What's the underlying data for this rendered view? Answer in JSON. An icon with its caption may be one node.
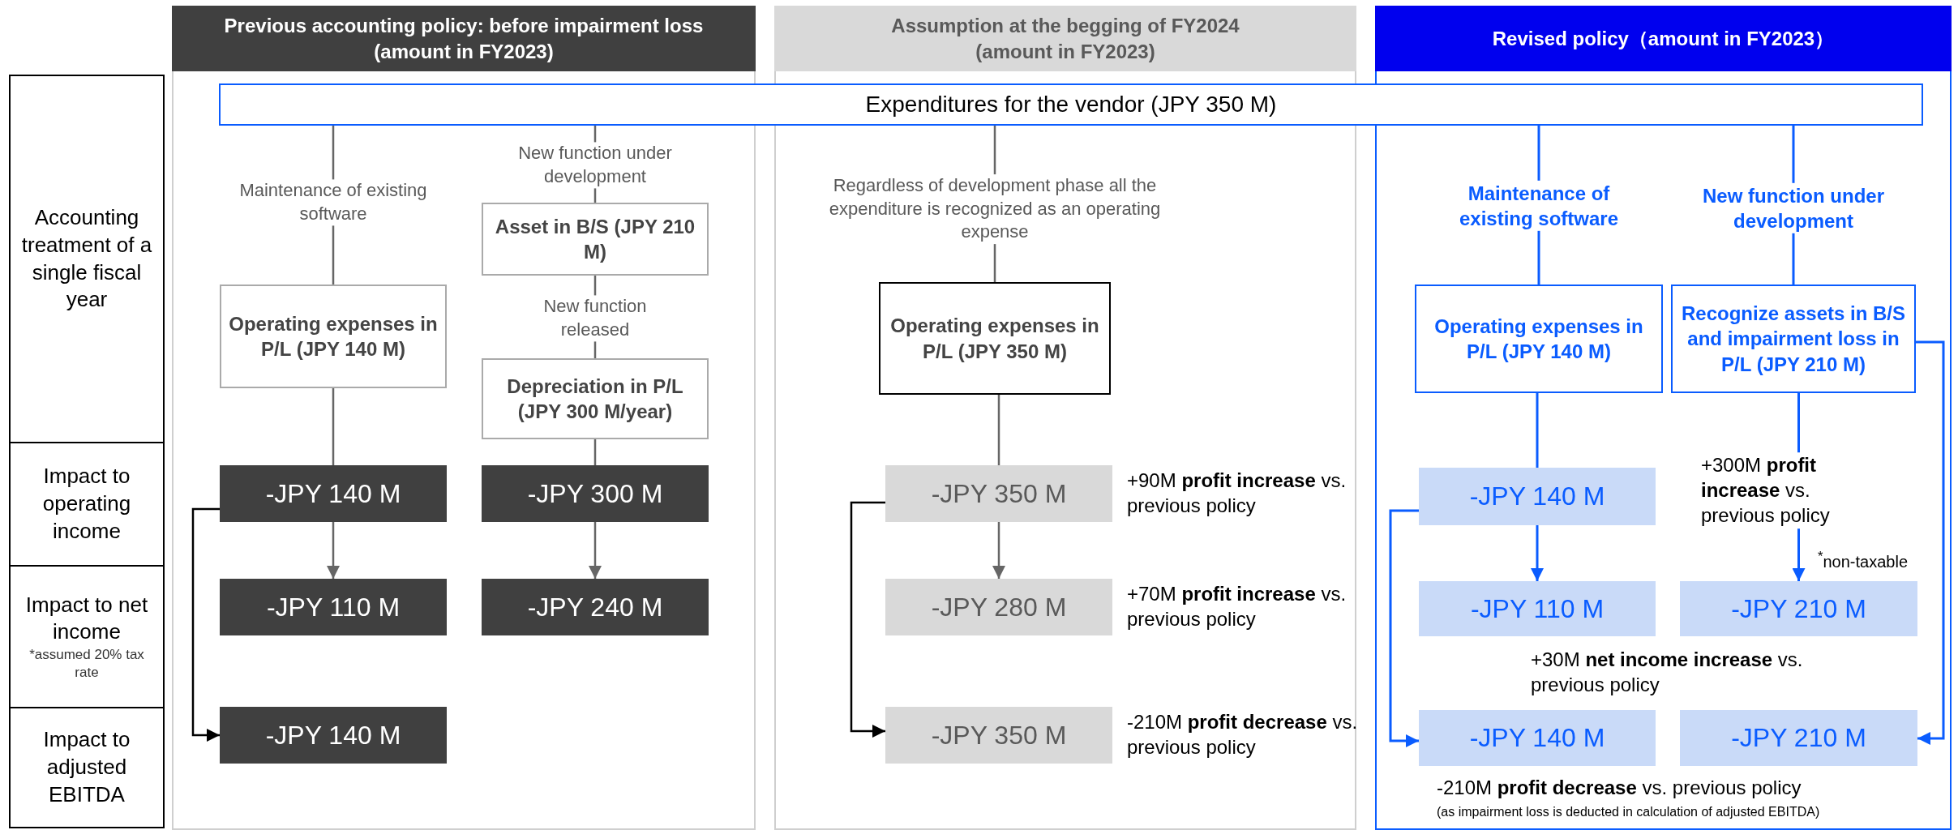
{
  "diagram": {
    "nodes": [
      {
        "text": [
          "Previous accounting policy: before impairment loss (amount in FY2023)"
        ]
      },
      {
        "text": [
          "Assumption at the begging of FY2024 (amount in FY2023)"
        ]
      },
      {
        "text": [
          "Revised policy（amount in FY2023）"
        ]
      },
      {
        "text": [
          "Accounting treatment of a single fiscal year"
        ]
      },
      {
        "text": [
          "Impact to operating income"
        ]
      },
      {
        "text": [
          "Impact to net income",
          "*assumed 20% tax rate"
        ]
      },
      {
        "text": [
          "Impact to adjusted EBITDA"
        ]
      },
      {
        "text": [
          "Expenditures for the vendor (JPY 350 M)"
        ]
      },
      {
        "text": [
          "Operating expenses in P/L (JPY 140 M)"
        ]
      },
      {
        "text": [
          "Asset in B/S (JPY 210 M)"
        ]
      },
      {
        "text": [
          "Depreciation in P/L (JPY 300 M/year)"
        ]
      },
      {
        "text": [
          "-JPY 140 M"
        ]
      },
      {
        "text": [
          "-JPY 300 M"
        ]
      },
      {
        "text": [
          "-JPY 110 M"
        ]
      },
      {
        "text": [
          "-JPY 240 M"
        ]
      },
      {
        "text": [
          "-JPY 140 M"
        ]
      },
      {
        "text": [
          "Operating expenses in P/L (JPY 350 M)"
        ]
      },
      {
        "text": [
          "-JPY 350 M"
        ],
        "beside": [
          "+90M **profit increase** vs. previous policy"
        ]
      },
      {
        "text": [
          "-JPY 280 M"
        ],
        "beside": [
          "+70M **profit increase** vs. previous policy"
        ]
      },
      {
        "text": [
          "-JPY 350 M"
        ],
        "beside": [
          "-210M **profit decrease** vs. previous policy"
        ]
      },
      {
        "text": [
          "Operating expenses in P/L (JPY 140 M)"
        ]
      },
      {
        "text": [
          "Recognize assets in B/S and impairment loss in P/L (JPY 210 M)"
        ]
      },
      {
        "text": [
          "-JPY 140 M"
        ]
      },
      {
        "text": [
          "-JPY 110 M"
        ]
      },
      {
        "text": [
          "-JPY 210 M"
        ]
      },
      {
        "text": [
          "-JPY 140 M"
        ]
      },
      {
        "text": [
          "-JPY 210 M"
        ]
      }
    ],
    "edges": [
      {
        "from": 7,
        "to": 8,
        "arrow": "none",
        "label": "Maintenance of existing software"
      },
      {
        "from": 7,
        "to": 9,
        "arrow": "none",
        "label": "New function under development"
      },
      {
        "from": 9,
        "to": 10,
        "arrow": "none",
        "label": "New function released"
      },
      {
        "from": 8,
        "to": 11,
        "arrow": "none"
      },
      {
        "from": 10,
        "to": 12,
        "arrow": "none"
      },
      {
        "from": 11,
        "to": 13,
        "arrow": "to"
      },
      {
        "from": 12,
        "to": 14,
        "arrow": "to"
      },
      {
        "from": 11,
        "to": 15,
        "arrow": "to",
        "color": "#000000"
      },
      {
        "from": 7,
        "to": 16,
        "arrow": "none",
        "label": "Regardless of development phase all the expenditure is recognized as an operating expense"
      },
      {
        "from": 16,
        "to": 17,
        "arrow": "none"
      },
      {
        "from": 17,
        "to": 18,
        "arrow": "to"
      },
      {
        "from": 17,
        "to": 19,
        "arrow": "to",
        "color": "#000000"
      },
      {
        "from": 7,
        "to": 20,
        "arrow": "none",
        "label": "Maintenance of existing software",
        "color": "#0a5cff"
      },
      {
        "from": 7,
        "to": 21,
        "arrow": "none",
        "label": "New function under development",
        "color": "#0a5cff"
      },
      {
        "from": 20,
        "to": 22,
        "arrow": "none",
        "color": "#0a5cff"
      },
      {
        "from": 22,
        "to": 23,
        "arrow": "to",
        "color": "#0a5cff"
      },
      {
        "from": 21,
        "to": 24,
        "arrow": "to",
        "label": "+300M **profit increase** vs. previous policy",
        "color": "#0a5cff"
      },
      {
        "from": 22,
        "to": 25,
        "arrow": "to",
        "color": "#0a5cff"
      },
      {
        "from": 21,
        "to": 26,
        "arrow": "to",
        "color": "#0a5cff"
      }
    ],
    "labels": [
      "$^{*}$non-taxable",
      "+30M **net income increase** vs. previous policy",
      "-210M **profit decrease** vs. previous policy",
      "(as impairment loss is deducted in calculation of adjusted EBITDA)"
    ]
  }
}
